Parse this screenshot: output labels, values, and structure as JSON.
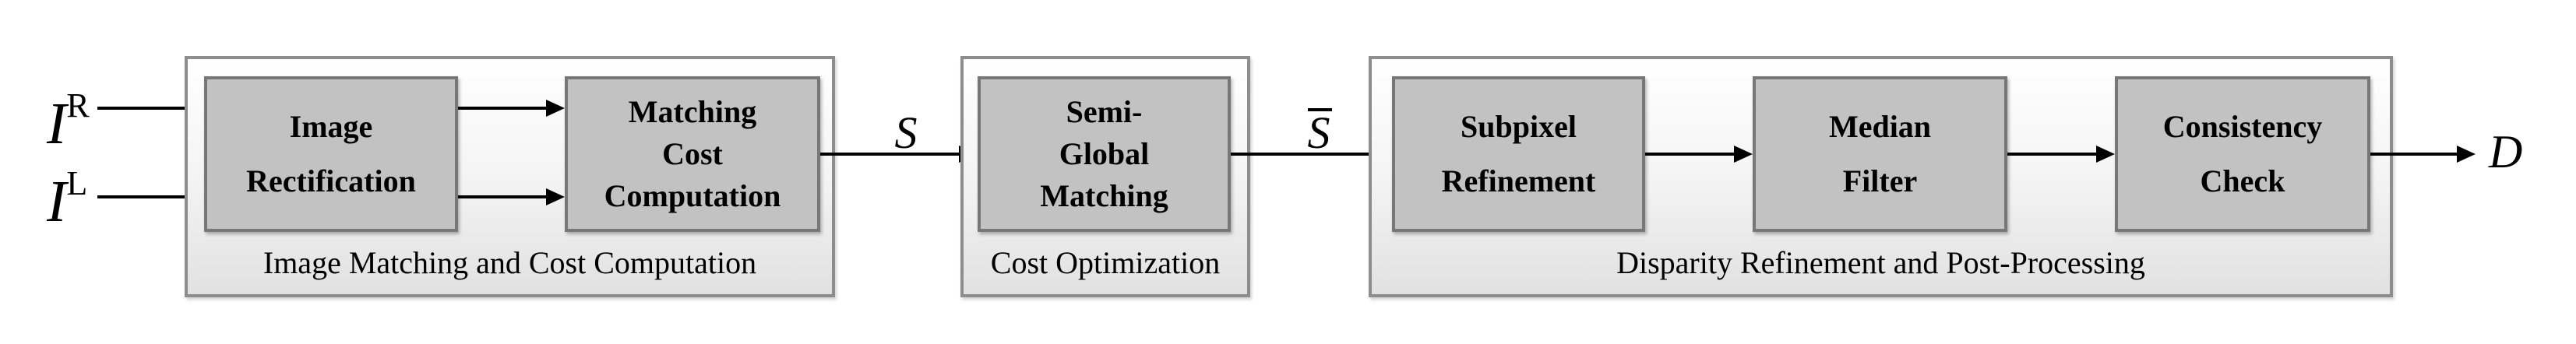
{
  "inputs": [
    {
      "base": "I",
      "superscript": "R"
    },
    {
      "base": "I",
      "superscript": "L"
    }
  ],
  "edge_labels": {
    "cost_volume": {
      "text": "S",
      "overbar": false
    },
    "optimized_cost": {
      "text": "S",
      "overbar": true
    }
  },
  "output": {
    "text": "D"
  },
  "groups": [
    {
      "caption": "Image Matching and Cost Computation",
      "boxes": [
        {
          "label": "Image\nRectification"
        },
        {
          "label": "Matching\nCost\nComputation"
        }
      ]
    },
    {
      "caption": "Cost Optimization",
      "boxes": [
        {
          "label": "Semi-\nGlobal\nMatching"
        }
      ]
    },
    {
      "caption": "Disparity Refinement and Post-Processing",
      "boxes": [
        {
          "label": "Subpixel\nRefinement"
        },
        {
          "label": "Median\nFilter"
        },
        {
          "label": "Consistency\nCheck"
        }
      ]
    }
  ],
  "colors": {
    "background": "#ffffff",
    "text": "#000000",
    "arrow": "#000000",
    "box_fill": "#c2c2c2",
    "box_border": "#777777",
    "group_border": "#8d8d8d",
    "group_fill_top": "#ffffff",
    "group_fill_bottom": "#e1e1e1"
  }
}
